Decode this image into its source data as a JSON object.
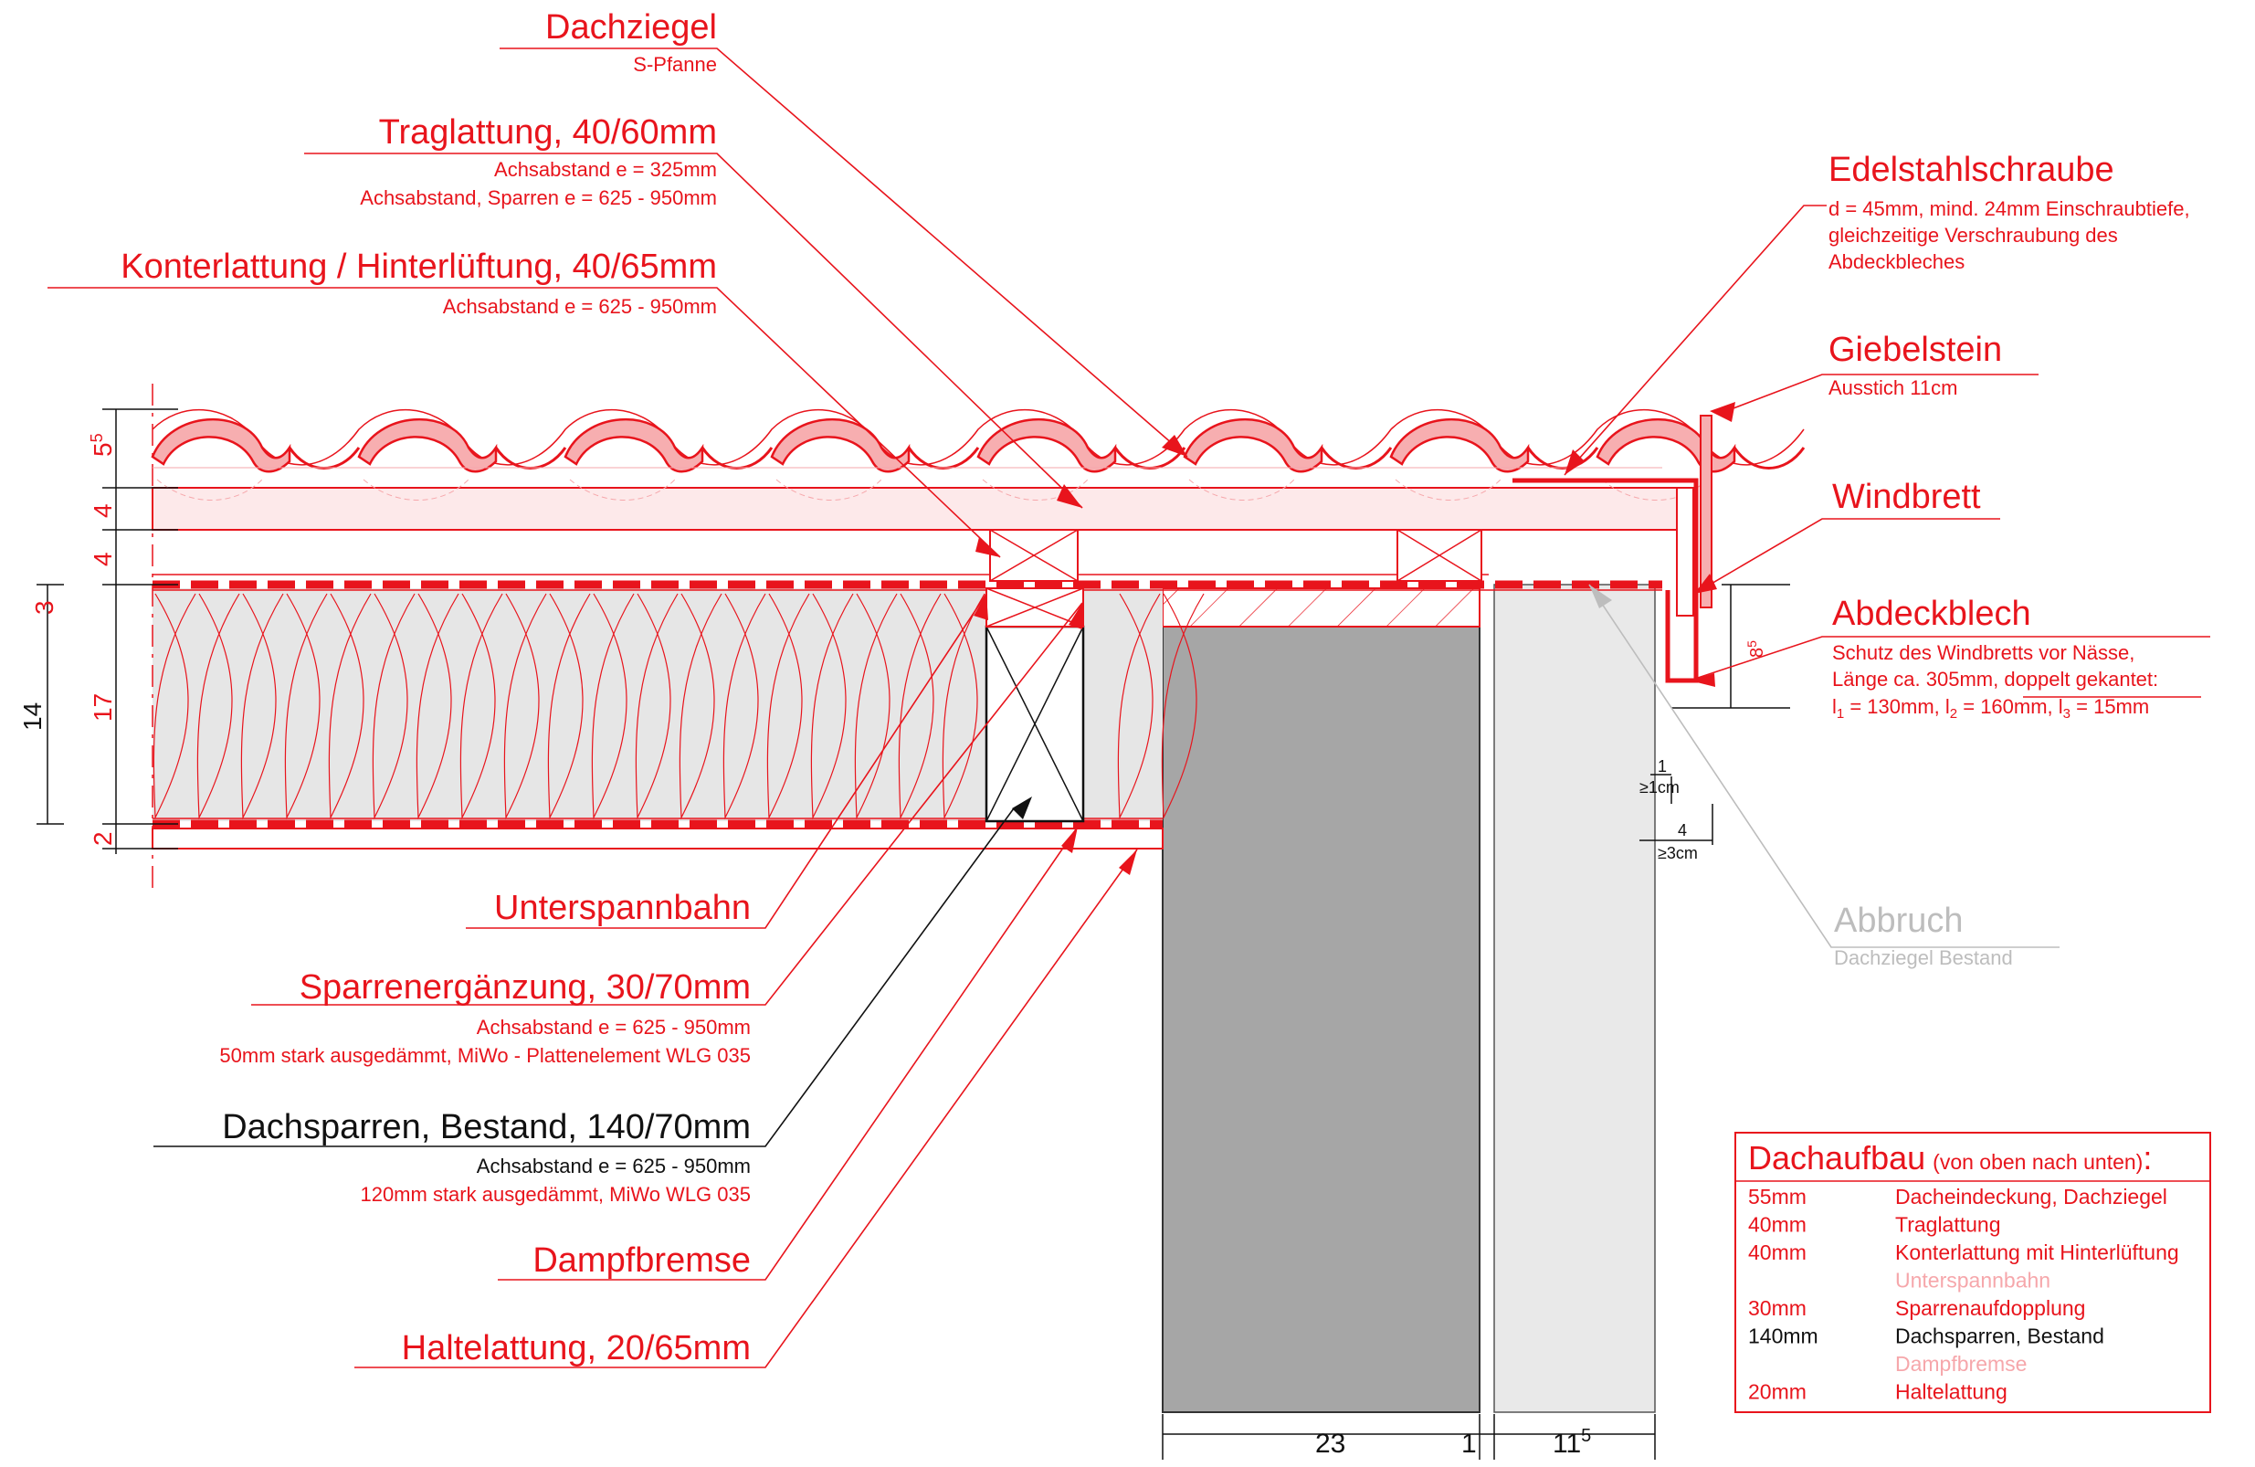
{
  "colors": {
    "red": "#e8141c",
    "black": "#111111",
    "grey": "#a6a6a6",
    "light_grey": "#bdbdbd",
    "insulation": "#e6e6e6",
    "tile_fill": "#f7aeb0",
    "batten_fill": "#fde9ea",
    "pale_pink": "#f6a7ab"
  },
  "labels": {
    "dachziegel": {
      "title": "Dachziegel",
      "sub": [
        "S-Pfanne"
      ]
    },
    "traglattung": {
      "title": "Traglattung, 40/60mm",
      "sub": [
        "Achsabstand e = 325mm",
        "Achsabstand, Sparren e = 625 - 950mm"
      ]
    },
    "konterlattung": {
      "title": "Konterlattung / Hinterlüftung, 40/65mm",
      "sub": [
        "Achsabstand e = 625 - 950mm"
      ]
    },
    "edelstahlschraube": {
      "title": "Edelstahlschraube",
      "sub": [
        "d = 45mm, mind. 24mm Einschraubtiefe,",
        "gleichzeitige Verschraubung des",
        "Abdeckbleches"
      ]
    },
    "giebelstein": {
      "title": "Giebelstein",
      "sub": [
        "Ausstich 11cm"
      ]
    },
    "windbrett": {
      "title": "Windbrett",
      "sub": []
    },
    "abdeckblech": {
      "title": "Abdeckblech",
      "sub": [
        "Schutz des Windbretts vor Nässe,",
        "Länge ca. 305mm, doppelt gekantet:"
      ],
      "formula": {
        "l1": "l",
        "s1": "1",
        "v1": " = 130mm, ",
        "l2": "l",
        "s2": "2",
        "v2": " = 160mm, ",
        "l3": "l",
        "s3": "3",
        "v3": " = 15mm"
      }
    },
    "unterspannbahn": {
      "title": "Unterspannbahn",
      "sub": []
    },
    "sparrenerg": {
      "title": "Sparrenergänzung, 30/70mm",
      "sub": [
        "Achsabstand e = 625 - 950mm",
        "50mm stark ausgedämmt, MiWo - Plattenelement WLG 035"
      ]
    },
    "dachsparren": {
      "title": "Dachsparren, Bestand, 140/70mm",
      "sub_black": "Achsabstand e = 625 - 950mm",
      "sub_red": "120mm stark ausgedämmt, MiWo WLG 035"
    },
    "dampfbremse": {
      "title": "Dampfbremse",
      "sub": []
    },
    "haltelattung": {
      "title": "Haltelattung, 20/65mm",
      "sub": []
    },
    "abbruch": {
      "title": "Abbruch",
      "sub": [
        "Dachziegel Bestand"
      ]
    }
  },
  "dims": {
    "left": {
      "d55": "5",
      "d55_sup": "5",
      "d4a": "4",
      "d4b": "4",
      "d3": "3",
      "d17": "17",
      "d14": "14",
      "d2": "2"
    },
    "right": {
      "d85": "8",
      "d85_sup": "5",
      "d1": "1",
      "d1cm_ge": "≥",
      "d1cm": "1cm",
      "d4": "4",
      "d3cm": "≥3cm"
    },
    "bottom": {
      "d23": "23",
      "d1": "1",
      "d115": "11",
      "d115_sup": "5"
    }
  },
  "legend": {
    "title": "Dachaufbau",
    "title_small": "(von oben nach unten)",
    "title_colon": ":",
    "rows": [
      {
        "size": "55mm",
        "name": "Dacheindeckung, Dachziegel",
        "style": "red"
      },
      {
        "size": "40mm",
        "name": "Traglattung",
        "style": "red"
      },
      {
        "size": "40mm",
        "name": "Konterlattung mit Hinterlüftung",
        "style": "red"
      },
      {
        "size": "",
        "name": "Unterspannbahn",
        "style": "pale"
      },
      {
        "size": "30mm",
        "name": "Sparrenaufdopplung",
        "style": "red"
      },
      {
        "size": "140mm",
        "name": "Dachsparren, Bestand",
        "style": "black"
      },
      {
        "size": "",
        "name": "Dampfbremse",
        "style": "pale"
      },
      {
        "size": "20mm",
        "name": "Haltelattung",
        "style": "red"
      }
    ]
  }
}
